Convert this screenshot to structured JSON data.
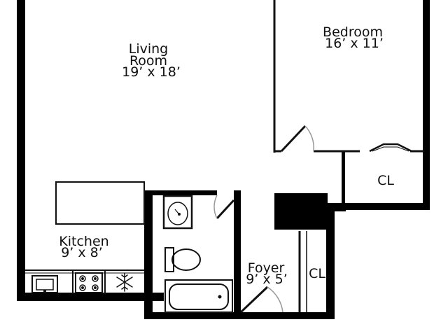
{
  "colors": {
    "wall": "#000000",
    "line": "#111111",
    "door_arc": "#999999",
    "background": "#ffffff"
  },
  "rooms": {
    "living_room": {
      "name_line1": "Living",
      "name_line2": "Room",
      "dimensions": "19’ x 18’"
    },
    "bedroom": {
      "name": "Bedroom",
      "dimensions": "16’ x 11’"
    },
    "kitchen": {
      "name": "Kitchen",
      "dimensions": "9’ x 8’"
    },
    "foyer": {
      "name": "Foyer",
      "dimensions": "9’ x 5’"
    },
    "bedroom_closet": {
      "name": "CL"
    },
    "foyer_closet": {
      "name": "CL"
    }
  },
  "fixtures": {
    "kitchen_sink": "sink-icon",
    "stove": "stove-burners-icon",
    "refrigerator": "snowflake-icon",
    "bathroom_sink": "bath-sink-icon",
    "toilet": "toilet-icon",
    "bathtub": "bathtub-icon"
  }
}
